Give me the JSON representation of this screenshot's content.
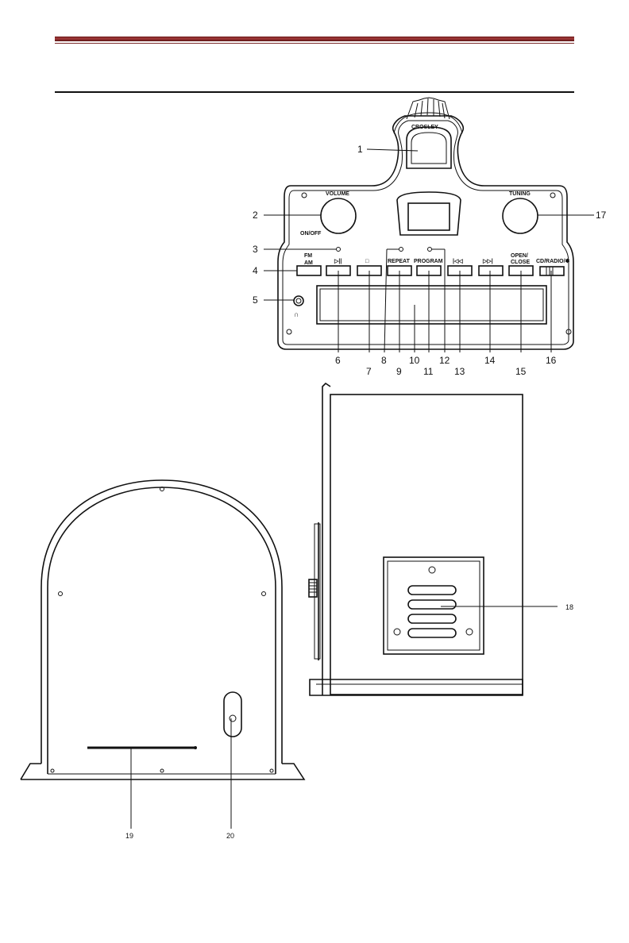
{
  "front_panel": {
    "brand": "CROSLEY",
    "volume_label": "VOLUME",
    "onoff_label": "ON/OFF",
    "tuning_label": "TUNING",
    "fm_label": "FM",
    "am_label": "AM",
    "play_pause_symbol": "▷||",
    "stop_symbol": "□",
    "repeat_label": "REPEAT",
    "program_label": "PROGRAM",
    "prev_symbol": "|◁◁",
    "next_symbol": "▷▷|",
    "open_label": "OPEN/",
    "close_label": "CLOSE",
    "function_label": "CD/RADIO/✽",
    "headphone_symbol": "∩"
  },
  "callouts": {
    "c1": "1",
    "c2": "2",
    "c3": "3",
    "c4": "4",
    "c5": "5",
    "c6": "6",
    "c7": "7",
    "c8": "8",
    "c9": "9",
    "c10": "10",
    "c11": "11",
    "c12": "12",
    "c13": "13",
    "c14": "14",
    "c15": "15",
    "c16": "16",
    "c17": "17",
    "c18": "18",
    "c19": "19",
    "c20": "20"
  }
}
